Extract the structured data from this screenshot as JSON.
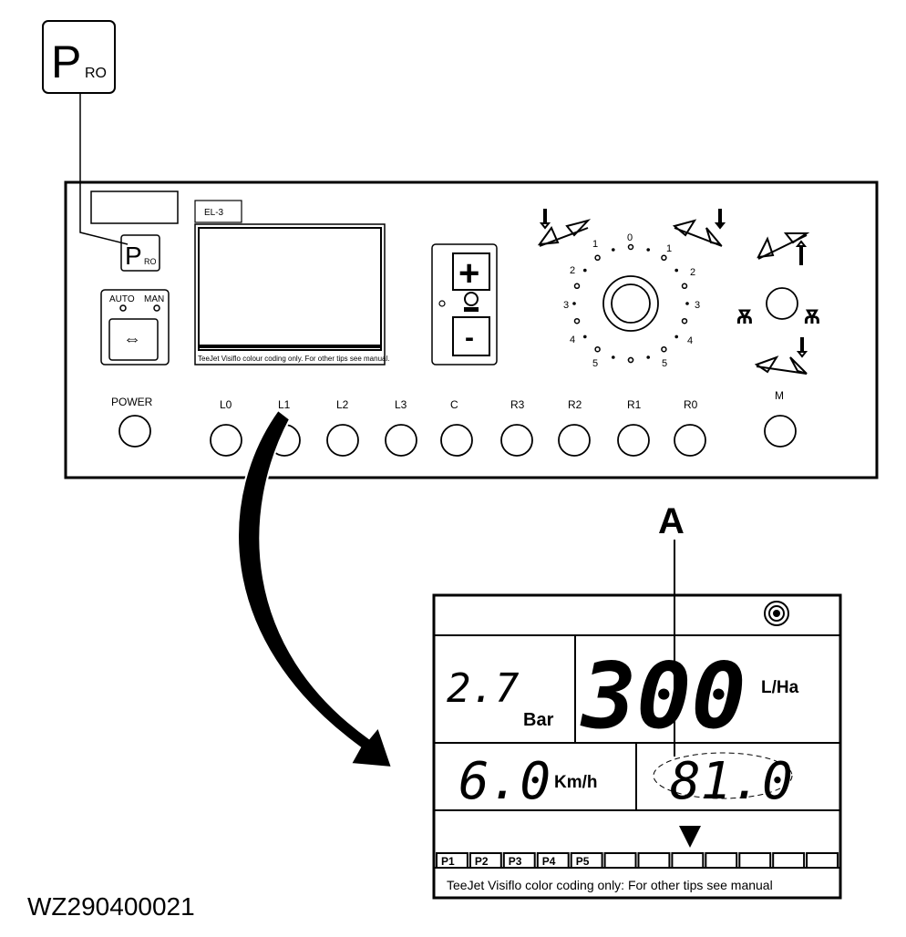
{
  "pro_icon": {
    "big": "P",
    "small": "RO"
  },
  "panel": {
    "display_label": "EL-3",
    "auto_label": "AUTO",
    "man_label": "MAN",
    "mini_screen_footer": "TeeJet Visiflo colour coding only. For other tips see manual.",
    "power_label": "POWER",
    "section_labels": [
      "L0",
      "L1",
      "L2",
      "L3",
      "C",
      "R3",
      "R2",
      "R1",
      "R0"
    ],
    "m_label": "M",
    "dial_left_numbers": [
      "1",
      "2",
      "3",
      "4",
      "5"
    ],
    "dial_right_numbers": [
      "1",
      "2",
      "3",
      "4",
      "5"
    ],
    "dial_zero": "0",
    "plus_symbol": "+",
    "minus_symbol": "-"
  },
  "callout": {
    "label": "A"
  },
  "lcd": {
    "pressure_value": "2.7",
    "pressure_unit": "Bar",
    "rate_value": "300",
    "rate_unit": "L/Ha",
    "speed_value": "6.0",
    "speed_unit": "Km/h",
    "highlighted_value": "81.0",
    "nozzle_tabs": [
      "P1",
      "P2",
      "P3",
      "P4",
      "P5",
      "",
      "",
      "",
      "",
      "",
      "",
      ""
    ],
    "footer_note": "TeeJet Visiflo color coding only: For other tips see manual"
  },
  "figure_id": "WZ290400021"
}
